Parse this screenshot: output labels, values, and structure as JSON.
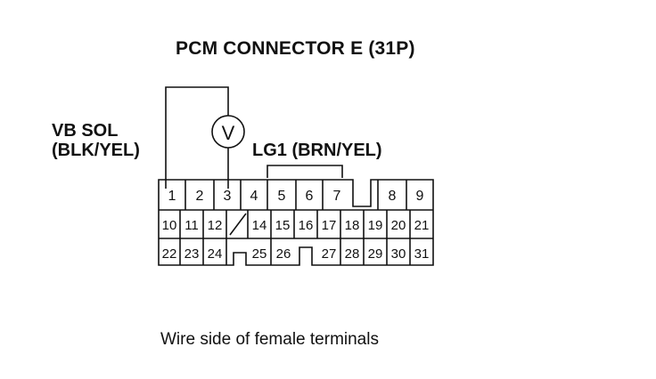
{
  "diagram": {
    "title": "PCM CONNECTOR E (31P)",
    "left_label_line1": "VB SOL",
    "left_label_line2": "(BLK/YEL)",
    "wire_label": "LG1 (BRN/YEL)",
    "caption": "Wire side of female terminals",
    "meter_symbol": "V"
  },
  "connector": {
    "row1": [
      "1",
      "2",
      "3",
      "4",
      "5",
      "6",
      "7",
      "8",
      "9"
    ],
    "row2": [
      "10",
      "11",
      "12",
      "14",
      "15",
      "16",
      "17",
      "18",
      "19",
      "20",
      "21"
    ],
    "row3": [
      "22",
      "23",
      "24",
      "25",
      "26",
      "27",
      "28",
      "29",
      "30",
      "31"
    ]
  }
}
